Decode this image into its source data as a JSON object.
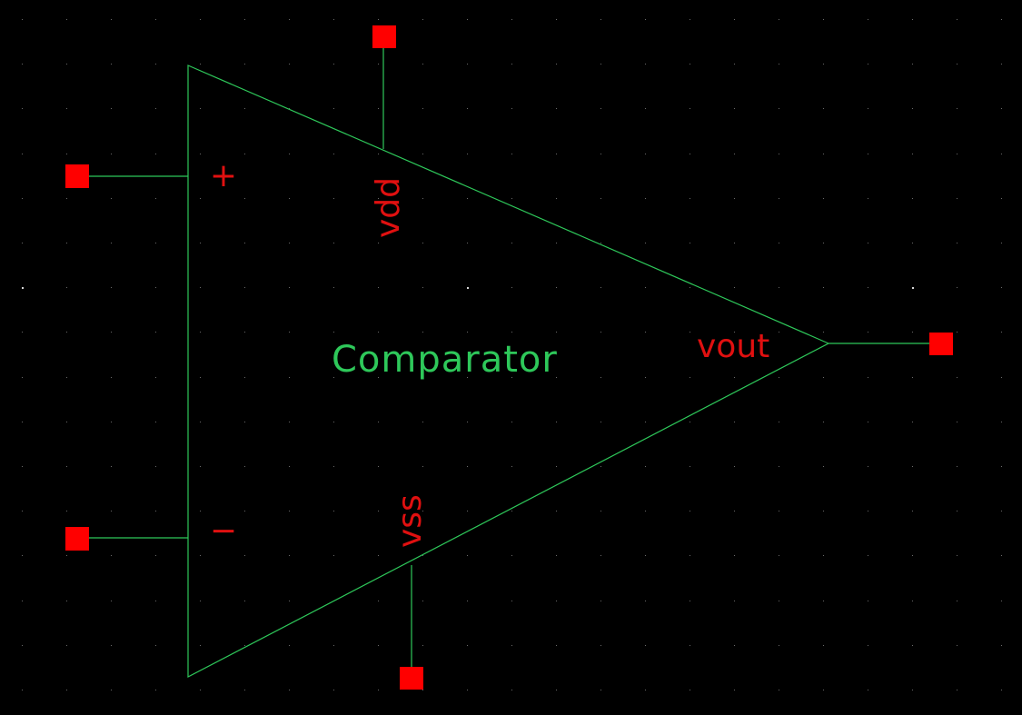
{
  "colors": {
    "background": "#000000",
    "wire": "#2ec85a",
    "pin": "#ff0000",
    "pin_label": "#e01010",
    "cell_label": "#2ec85a",
    "grid": "#6a6a6a"
  },
  "symbol": {
    "cell_name": "Comparator",
    "input_plus_sign": "+",
    "input_minus_sign": "−"
  },
  "pins": {
    "vdd": "vdd",
    "vss": "vss",
    "vout": "vout"
  }
}
